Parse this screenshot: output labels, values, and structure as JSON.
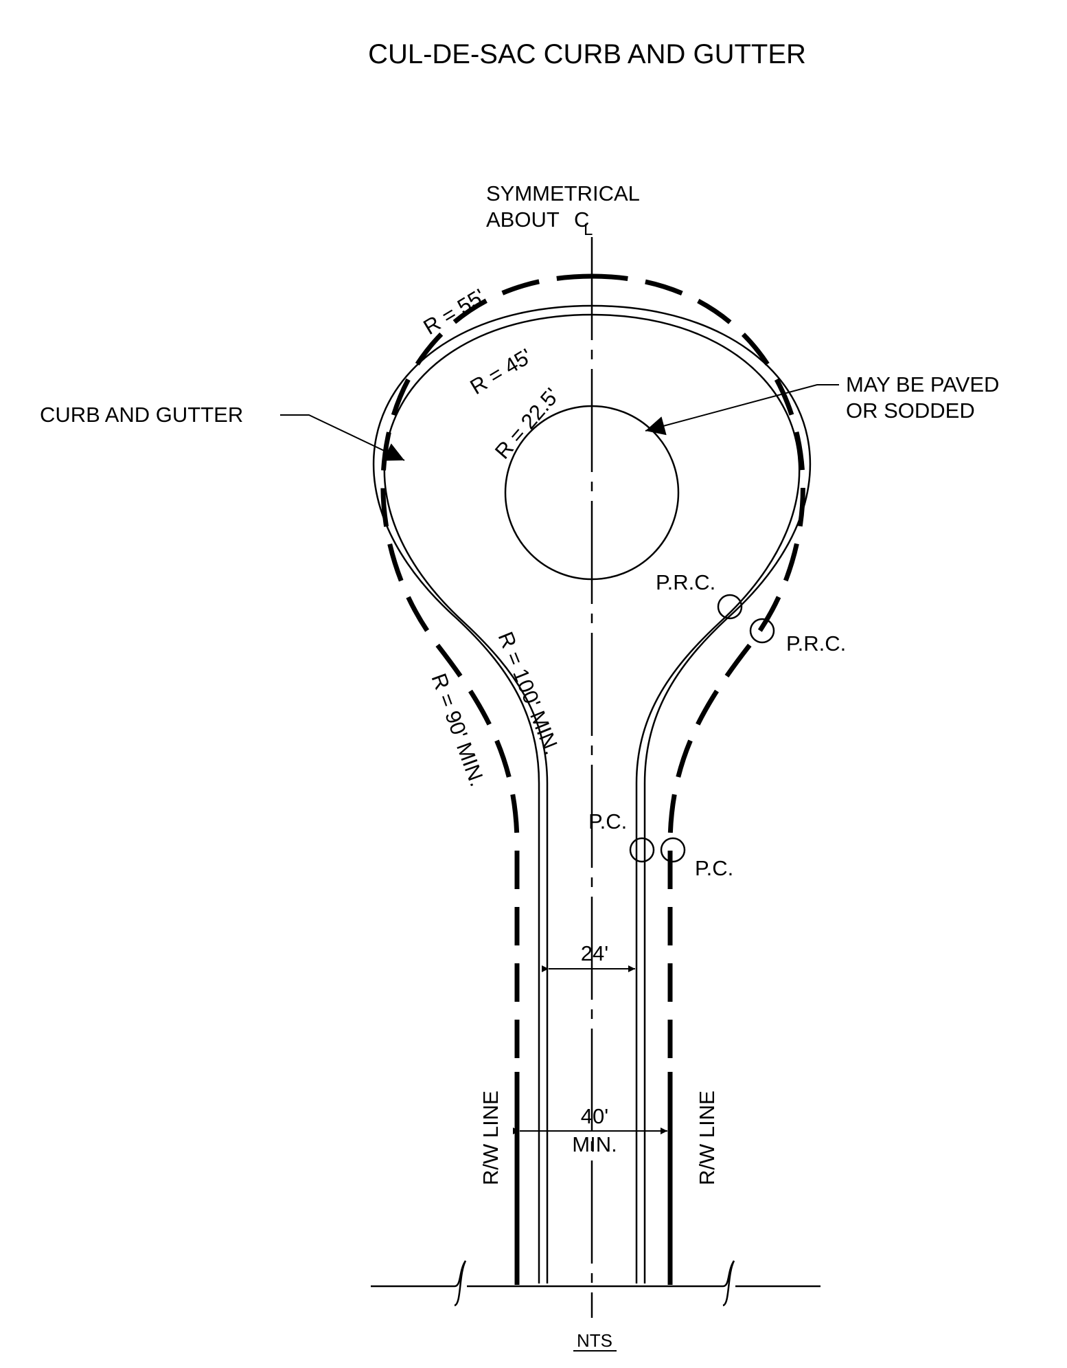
{
  "title": "CUL-DE-SAC CURB AND GUTTER",
  "centerline_note": {
    "line1": "SYMMETRICAL",
    "line2": "ABOUT",
    "symbol": "C",
    "symbol_sub": "L"
  },
  "radii": {
    "rw_radius": "R = 55'",
    "curb_radius": "R = 45'",
    "island_radius": "R = 22.5'",
    "curb_reverse_radius": "R = 100' MIN.",
    "rw_reverse_radius": "R = 90' MIN."
  },
  "callouts": {
    "curb_and_gutter": "CURB AND GUTTER",
    "may_be_paved_line1": "MAY BE PAVED",
    "may_be_paved_line2": "OR SODDED"
  },
  "points": {
    "prc_curb": "P.R.C.",
    "prc_rw": "P.R.C.",
    "pc_curb": "P.C.",
    "pc_rw": "P.C."
  },
  "dimensions": {
    "pavement_width": "24'",
    "rw_width_line1": "40'",
    "rw_width_line2": "MIN."
  },
  "rw_labels": {
    "left": "R/W LINE",
    "right": "R/W LINE"
  },
  "scale_note": "NTS"
}
